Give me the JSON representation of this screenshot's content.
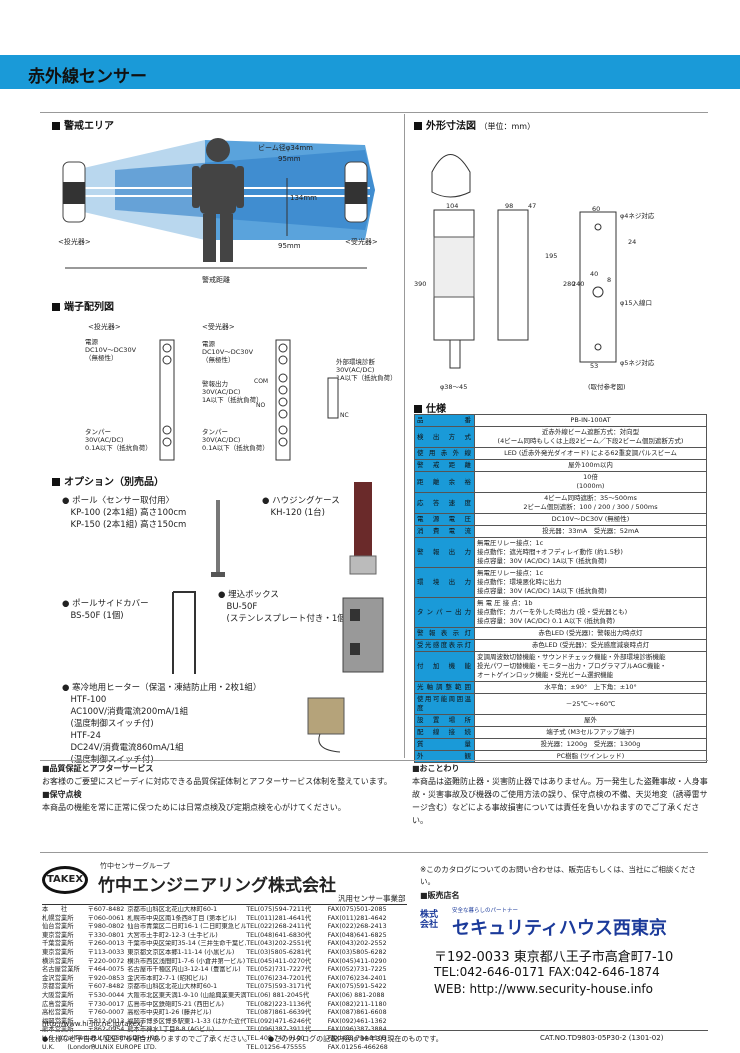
{
  "header": {
    "title": "赤外線センサー"
  },
  "sections": {
    "area": "警戒エリア",
    "dimensions": "外形寸法図",
    "dimensions_unit": "（単位：mm）",
    "terminals": "端子配列図",
    "options": "オプション（別売品）",
    "specs": "仕様"
  },
  "area_labels": {
    "beam_dia": "ビーム径φ34mm",
    "d95a": "95mm",
    "d134": "134mm",
    "d95b": "95mm",
    "tx": "<投光器>",
    "rx": "<受光器>",
    "range": "警戒距離"
  },
  "dim_labels": {
    "w104": "104",
    "w98": "98",
    "w47": "47",
    "w60": "60",
    "h390": "390",
    "h195": "195",
    "h280": "280",
    "h240": "240",
    "h24": "24",
    "h40": "40",
    "h8": "8",
    "w53": "53",
    "phi4": "φ4ネジ対応",
    "phi15": "φ15入線口",
    "phi5": "φ5ネジ対応",
    "phi38": "φ38～45",
    "mount": "(取付参考図)"
  },
  "terminal_labels": {
    "tx_head": "<投光器>",
    "rx_head": "<受光器>",
    "tx_power": "電源\nDC10V～DC30V\n（無極性）",
    "rx_power": "電源\nDC10V～DC30V\n（無極性）",
    "alarm": "警報出力\n30V(AC/DC)\n1A以下（抵抗負荷）",
    "env": "外部環境診断\n30V(AC/DC)\n1A以下（抵抗負荷）",
    "tamper_tx": "タンパー\n30V(AC/DC)\n0.1A以下（抵抗負荷）",
    "tamper_rx": "タンパー\n30V(AC/DC)\n0.1A以下（抵抗負荷）",
    "com": "COM",
    "nc": "NC",
    "no": "NO"
  },
  "options": {
    "pole": "● ポール〈センサー取付用〉\n　KP-100 (2本1組) 高さ100cm\n　KP-150 (2本1組) 高さ150cm",
    "housing": "● ハウジングケース\n　KH-120 (1台)",
    "cover": "● ポールサイドカバー\n　BS-50F (1個)",
    "box": "● 埋込ボックス\n　BU-50F\n　(ステンレスプレート付き・1個)",
    "heater": "● 寒冷地用ヒーター（保温・凍結防止用・2枚1組）\n　HTF-100\n　AC100V/消費電流200mA/1組\n　(温度制御スイッチ付)\n　HTF-24\n　DC24V/消費電流860mA/1組\n　(温度制御スイッチ付)"
  },
  "spec_rows": [
    [
      "品番",
      "PB-IN-100AT"
    ],
    [
      "検出方式",
      "近赤外線ビーム遮断方式：対向型\n(4ビーム同時もしくは上段2ビーム／下段2ビーム個別遮断方式)"
    ],
    [
      "使用赤外線",
      "LED (近赤外発光ダイオード) による62重変調パルスビーム"
    ],
    [
      "警戒距離",
      "屋外100m以内"
    ],
    [
      "距離余裕",
      "10倍\n(1000m)"
    ],
    [
      "応答速度",
      "4ビーム同時遮断：35～500ms\n2ビーム個別遮断：100 / 200 / 300 / 500ms"
    ],
    [
      "電源電圧",
      "DC10V～DC30V (無極性)"
    ],
    [
      "消費電流",
      "投光器：33mA　受光器：52mA"
    ],
    [
      "警報出力",
      "無電圧リレー接点：1c\n接点動作：遮光時間+オフディレイ動作 (約1.5秒)\n接点容量：30V (AC/DC) 1A以下 (抵抗負荷)"
    ],
    [
      "環境出力",
      "無電圧リレー接点：1c\n接点動作：環境悪化時に出力\n接点容量：30V (AC/DC) 1A以下 (抵抗負荷)"
    ],
    [
      "タンパー出力",
      "無 電 圧 接 点：1b\n接点動作：カバーを外した時出力 (投・受光器とも)\n接点容量：30V (AC/DC) 0.1 A以下 (抵抗負荷)"
    ],
    [
      "警報表示灯",
      "赤色LED (受光器)：警報出力時点灯"
    ],
    [
      "受光感度表示灯",
      "赤色LED (受光器)：受光感度減衰時点灯"
    ],
    [
      "付加機能",
      "変調周波数切替機能・サウンドチェック機能・外部環境診断機能\n投光パワー切替機能・モニター出力・プログラマブルAGC機能・\nオートゲインロック機能・受光ビーム選択機能"
    ],
    [
      "光軸調整範囲",
      "水平角：±90°　上下角：±10°"
    ],
    [
      "使用可能周囲温度",
      "－25℃～+60℃"
    ],
    [
      "設置場所",
      "屋外"
    ],
    [
      "配線接続",
      "端子式 (M3セルフアップ端子)"
    ],
    [
      "質量",
      "投光器：1200g　受光器：1300g"
    ],
    [
      "外観",
      "PC樹脂 (ツインレッド)"
    ]
  ],
  "bottom": {
    "quality_head": "■品質保証とアフターサービス",
    "quality_text": "お客様のご要望にスピーディに対応できる品質保証体制とアフターサービス体制を整えています。",
    "inspect_head": "■保守点検",
    "inspect_text": "本商品の機能を常に正常に保つためには日常点検及び定期点検を心がけてください。",
    "notice_head": "■おことわり",
    "notice_text": "本商品は盗難防止器・災害防止器ではありません。万一発生した盗難事故・人身事故・災害事故及び機器のご使用方法の誤り、保守点検の不備、天災地変（誘導雷サージ含む）などによる事故損害については責任を負いかねますのでご了承ください。",
    "contact": "※このカタログについてのお問い合わせは、販売店もしくは、当社にご相談ください。",
    "dealer_head": "■販売店名",
    "takex_logo": "TAKEX",
    "group": "竹中センサーグループ",
    "company": "竹中エンジニアリング株式会社",
    "division": "汎用センサー事業部",
    "url": "http://www.hi-ho.ne.jp/takex/",
    "foot_note1": "●仕様など予告なく変更する場合がありますのでご了承ください。",
    "foot_note2": "●このカタログの記載内容は'98年3月現在のものです。",
    "cat_no": "CAT.NO.TD9803-05P30-2 (1301-02)",
    "dealer_corp": "株式\n会社",
    "dealer_tag": "安全な暮らしのパートナー",
    "dealer_name": "セキュリティハウス西東京",
    "dealer_addr": "〒192-0033 東京都八王子市高倉町7-10",
    "dealer_tel": "TEL:042-646-0171 FAX:042-646-1874",
    "dealer_web": "WEB: http://www.security-house.info"
  },
  "offices": [
    [
      "本　　社",
      "〒607-8482",
      "京都市山科区北花山大林町60-1",
      "TEL(075)594-7211代",
      "FAX(075)501-2085"
    ],
    [
      "札幌営業所",
      "〒060-0061",
      "札幌市中央区南1条西8丁目 (第本ビル)",
      "TEL(011)281-4641代",
      "FAX(011)281-4642"
    ],
    [
      "仙台営業所",
      "〒980-0802",
      "仙台市青葉区二日町16-1 (二日町東急ビル)",
      "TEL(022)268-2411代",
      "FAX(022)268-2413"
    ],
    [
      "東京営業所",
      "〒330-0801",
      "大宮市土手町2-12-3 (土手ビル)",
      "TEL(048)641-6830代",
      "FAX(048)641-6825"
    ],
    [
      "千葉営業所",
      "〒260-0013",
      "千葉市中央区栄町35-14 (三井生命千葉ビル)",
      "TEL(043)202-2551代",
      "FAX(043)202-2552"
    ],
    [
      "東京営業所",
      "〒113-0033",
      "東京都文京区本郷1-11-14 (小黒ビル)",
      "TEL(03)5805-6281代",
      "FAX(03)5805-6282"
    ],
    [
      "横浜営業所",
      "〒220-0072",
      "横浜市西区浅間町1-7-6 (小倉井第一ビル)",
      "TEL(045)411-0270代",
      "FAX(045)411-0290"
    ],
    [
      "名古屋営業所",
      "〒464-0075",
      "名古屋市千種区内山3-12-14 (豊富ビル)",
      "TEL(052)731-7227代",
      "FAX(052)731-7225"
    ],
    [
      "金沢営業所",
      "〒920-0853",
      "金沢市本町2-7-1 (昭和ビル)",
      "TEL(076)234-7201代",
      "FAX(076)234-2401"
    ],
    [
      "京都営業所",
      "〒607-8482",
      "京都市山科区北花山大林町60-1",
      "TEL(075)593-3171代",
      "FAX(075)591-5422"
    ],
    [
      "大阪営業所",
      "〒530-0044",
      "大阪市北区東天満1-9-10 (山絵興業東天満ビル)",
      "TEL(06) 881-2045代",
      "FAX(06) 881-2088"
    ],
    [
      "広島営業所",
      "〒730-0017",
      "広島市中区鉄砲町5-21 (西田ビル)",
      "TEL(082)223-1136代",
      "FAX(082)211-1180"
    ],
    [
      "高松営業所",
      "〒760-0007",
      "高松市中央町1-26 (藤井ビル)",
      "TEL(087)861-6639代",
      "FAX(087)861-6608"
    ],
    [
      "福岡営業所",
      "〒812-0013",
      "福岡市博多区博多駅東1-1-33 (はかた近代ビル)",
      "TEL(092)471-6246代",
      "FAX(092)461-1362"
    ],
    [
      "熊本営業所",
      "〒862-0954",
      "熊本市神水1丁目8-8 (AGビル)",
      "TEL(096)387-3911代",
      "FAX(096)387-3884"
    ],
    [
      "U.S.　(California)",
      "",
      "PULNiX SENSORS INC.",
      "TEL.408-747-0100",
      "FAX.408-734-1100"
    ],
    [
      "U.K.　　(London)",
      "",
      "PULNiX EUROPE LTD.",
      "TEL.01256-475555",
      "FAX.01256-466268"
    ]
  ],
  "colors": {
    "accent": "#1a9ad8",
    "beam": "#3a8fd0",
    "dealer_blue": "#1b3a9a"
  }
}
